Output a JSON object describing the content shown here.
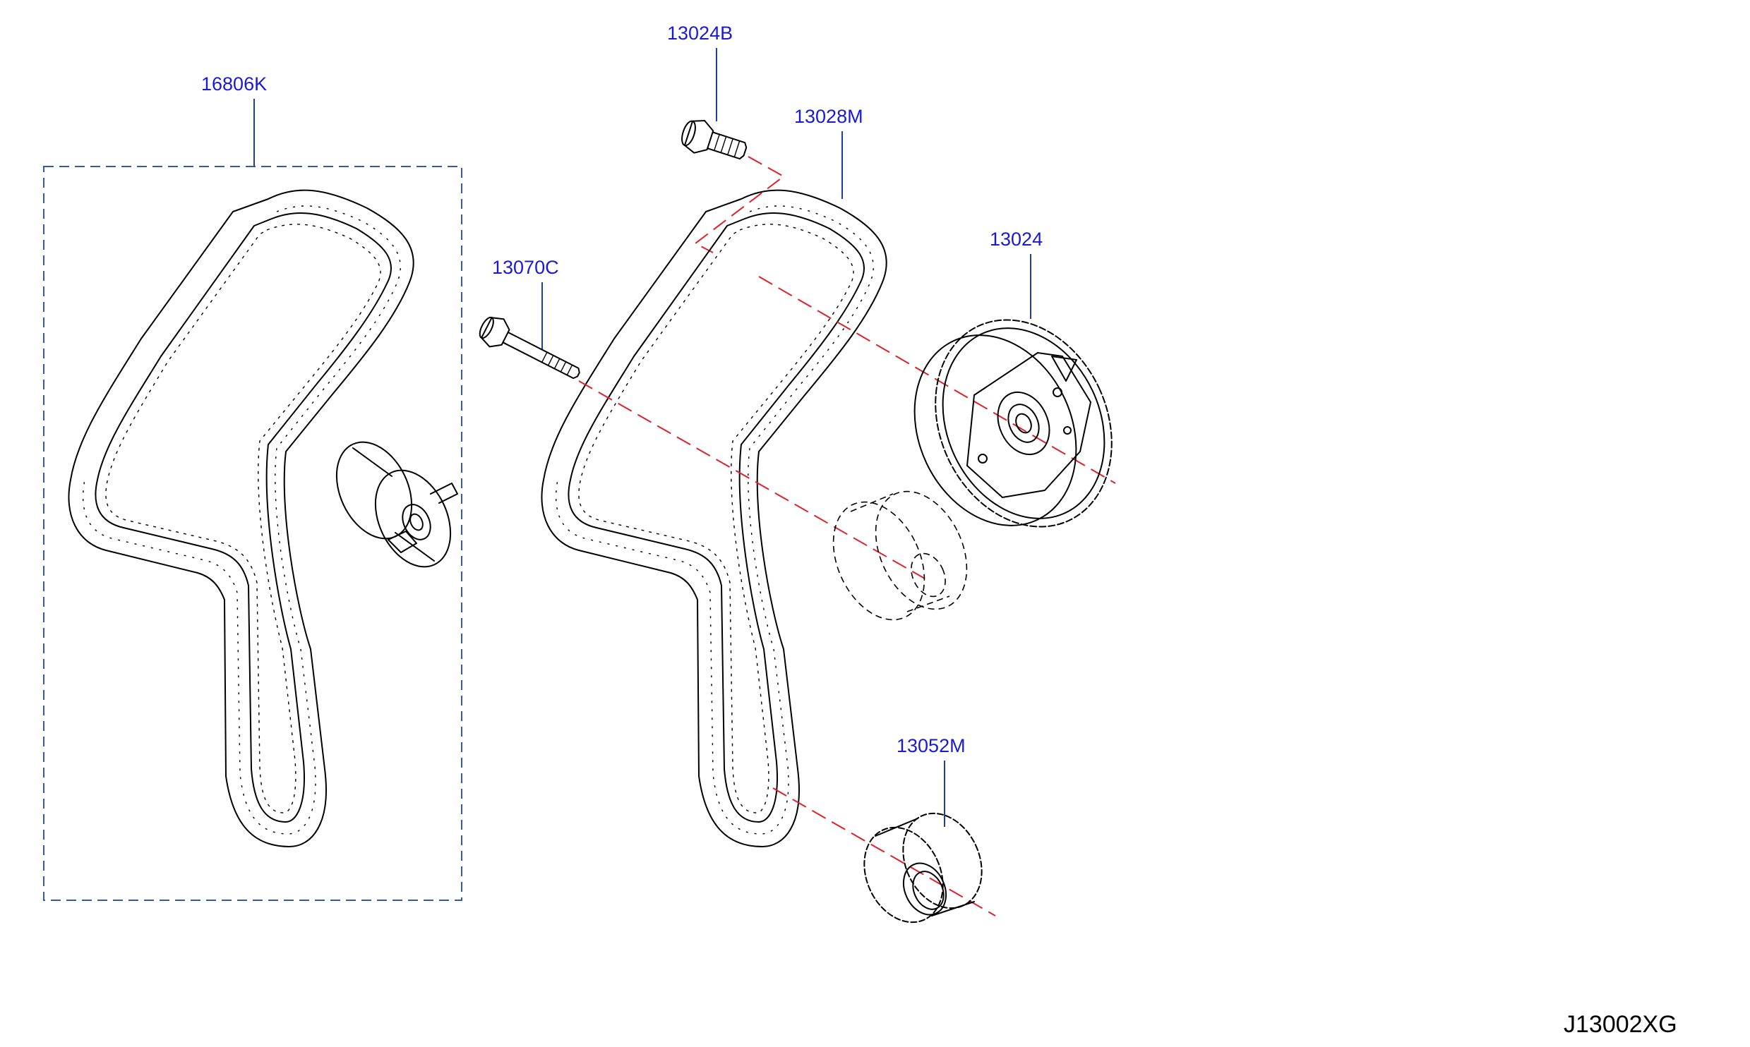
{
  "diagram": {
    "callouts": [
      {
        "id": "16806K",
        "label": "16806K"
      },
      {
        "id": "13024B",
        "label": "13024B"
      },
      {
        "id": "13028M",
        "label": "13028M"
      },
      {
        "id": "13024",
        "label": "13024"
      },
      {
        "id": "13070C",
        "label": "13070C"
      },
      {
        "id": "13052M",
        "label": "13052M"
      }
    ],
    "figure_id": "J13002XG",
    "colors": {
      "callout_text": "#1a1ad6",
      "leader_line": "#1f3fa0",
      "axis_line": "#e0202a",
      "line_art": "#000000"
    },
    "icons": [
      "timing-belt",
      "tensioner-pulley",
      "flange-bolt",
      "camshaft-sprocket",
      "crankshaft-sprocket"
    ]
  }
}
